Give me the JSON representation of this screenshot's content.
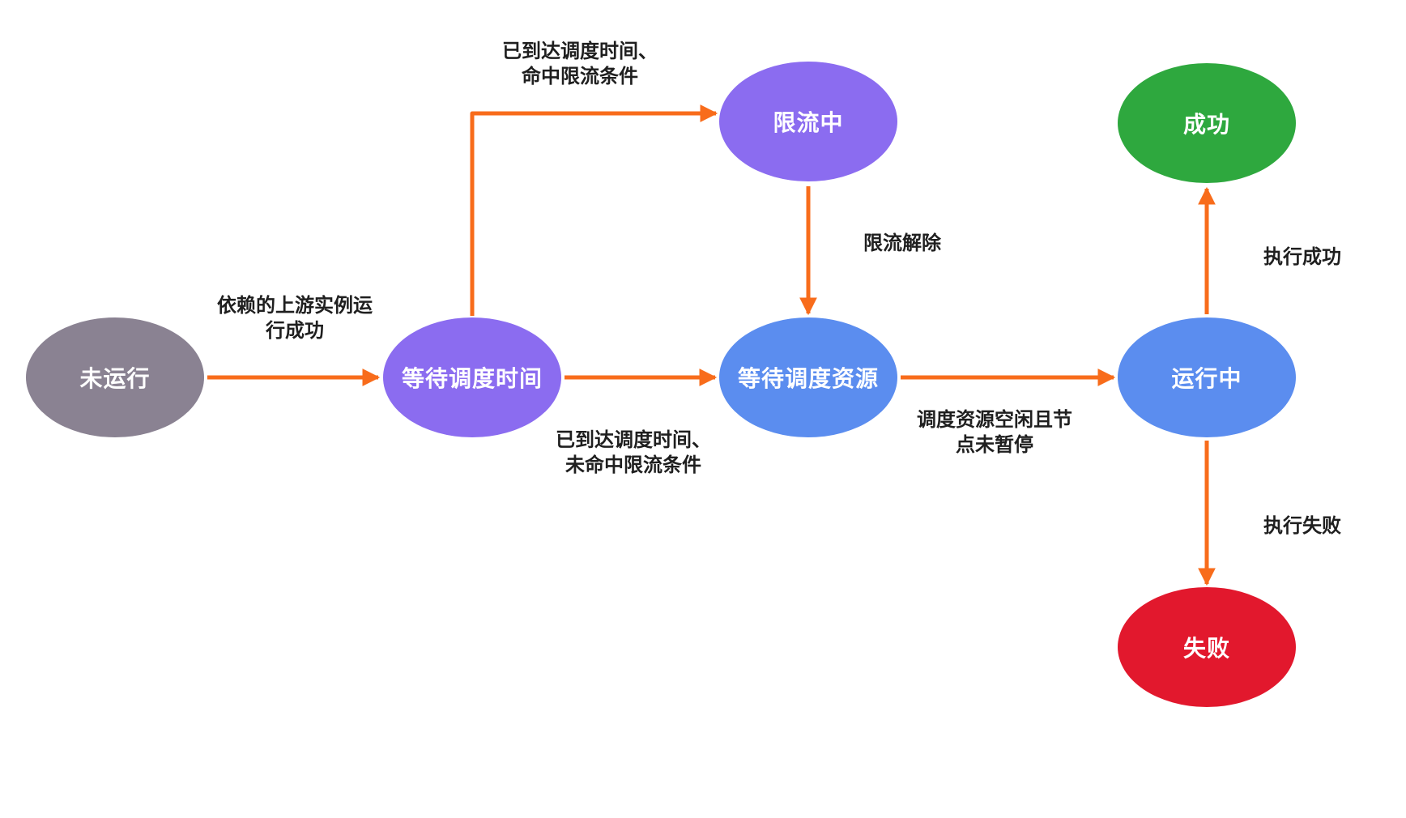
{
  "nodes": [
    {
      "id": "not-running",
      "label": "未运行",
      "color": "#8A8292"
    },
    {
      "id": "waiting-schedule-time",
      "label": "等待调度时间",
      "color": "#8B6CF0"
    },
    {
      "id": "throttled",
      "label": "限流中",
      "color": "#8B6CF0"
    },
    {
      "id": "waiting-schedule-resource",
      "label": "等待调度资源",
      "color": "#5B8DEF"
    },
    {
      "id": "running",
      "label": "运行中",
      "color": "#5B8DEF"
    },
    {
      "id": "success",
      "label": "成功",
      "color": "#2EA83E"
    },
    {
      "id": "failed",
      "label": "失败",
      "color": "#E2182D"
    }
  ],
  "edges": [
    {
      "from": "not-running",
      "to": "waiting-schedule-time",
      "label": "依赖的上游实例运\n行成功"
    },
    {
      "from": "waiting-schedule-time",
      "to": "throttled",
      "label": "已到达调度时间、\n命中限流条件"
    },
    {
      "from": "throttled",
      "to": "waiting-schedule-resource",
      "label": "限流解除"
    },
    {
      "from": "waiting-schedule-time",
      "to": "waiting-schedule-resource",
      "label": "已到达调度时间、\n未命中限流条件"
    },
    {
      "from": "waiting-schedule-resource",
      "to": "running",
      "label": "调度资源空闲且节\n点未暂停"
    },
    {
      "from": "running",
      "to": "success",
      "label": "执行成功"
    },
    {
      "from": "running",
      "to": "failed",
      "label": "执行失败"
    }
  ],
  "colors": {
    "arrow": "#F86C1B",
    "node_text": "#FFFFFF",
    "edge_label_text": "#1F1F1F",
    "background": "#FFFFFF"
  }
}
